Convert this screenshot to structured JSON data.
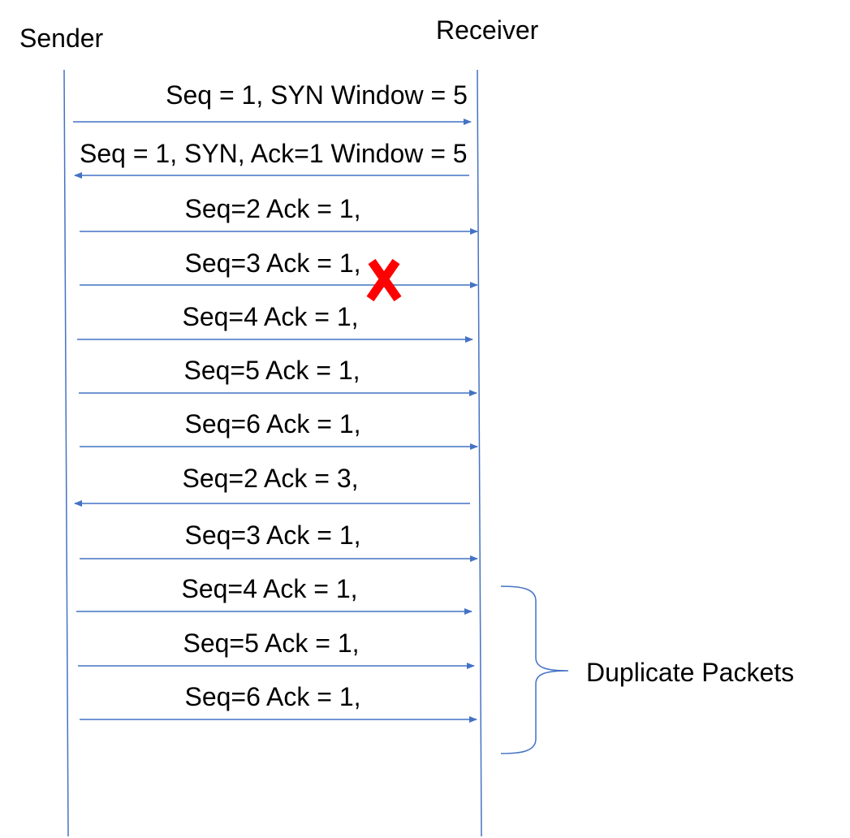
{
  "actors": {
    "sender": "Sender",
    "receiver": "Receiver"
  },
  "colors": {
    "lifeline": "#4472C4",
    "arrow": "#4472C4",
    "loss_marker": "#FF0000",
    "text": "#000000"
  },
  "messages": [
    {
      "label": "Seq = 1, SYN Window = 5",
      "direction": "sender-to-receiver",
      "lost": false
    },
    {
      "label": "Seq = 1, SYN, Ack=1 Window = 5",
      "direction": "receiver-to-sender",
      "lost": false
    },
    {
      "label": "Seq=2 Ack = 1,",
      "direction": "sender-to-receiver",
      "lost": false
    },
    {
      "label": "Seq=3 Ack = 1,",
      "direction": "sender-to-receiver",
      "lost": true
    },
    {
      "label": "Seq=4 Ack = 1,",
      "direction": "sender-to-receiver",
      "lost": false
    },
    {
      "label": "Seq=5 Ack = 1,",
      "direction": "sender-to-receiver",
      "lost": false
    },
    {
      "label": "Seq=6 Ack = 1,",
      "direction": "sender-to-receiver",
      "lost": false
    },
    {
      "label": "Seq=2 Ack = 3,",
      "direction": "receiver-to-sender",
      "lost": false
    },
    {
      "label": "Seq=3 Ack = 1,",
      "direction": "sender-to-receiver",
      "lost": false
    },
    {
      "label": "Seq=4 Ack = 1,",
      "direction": "sender-to-receiver",
      "lost": false
    },
    {
      "label": "Seq=5 Ack = 1,",
      "direction": "sender-to-receiver",
      "lost": false
    },
    {
      "label": "Seq=6 Ack = 1,",
      "direction": "sender-to-receiver",
      "lost": false
    }
  ],
  "annotation": {
    "label": "Duplicate Packets"
  }
}
